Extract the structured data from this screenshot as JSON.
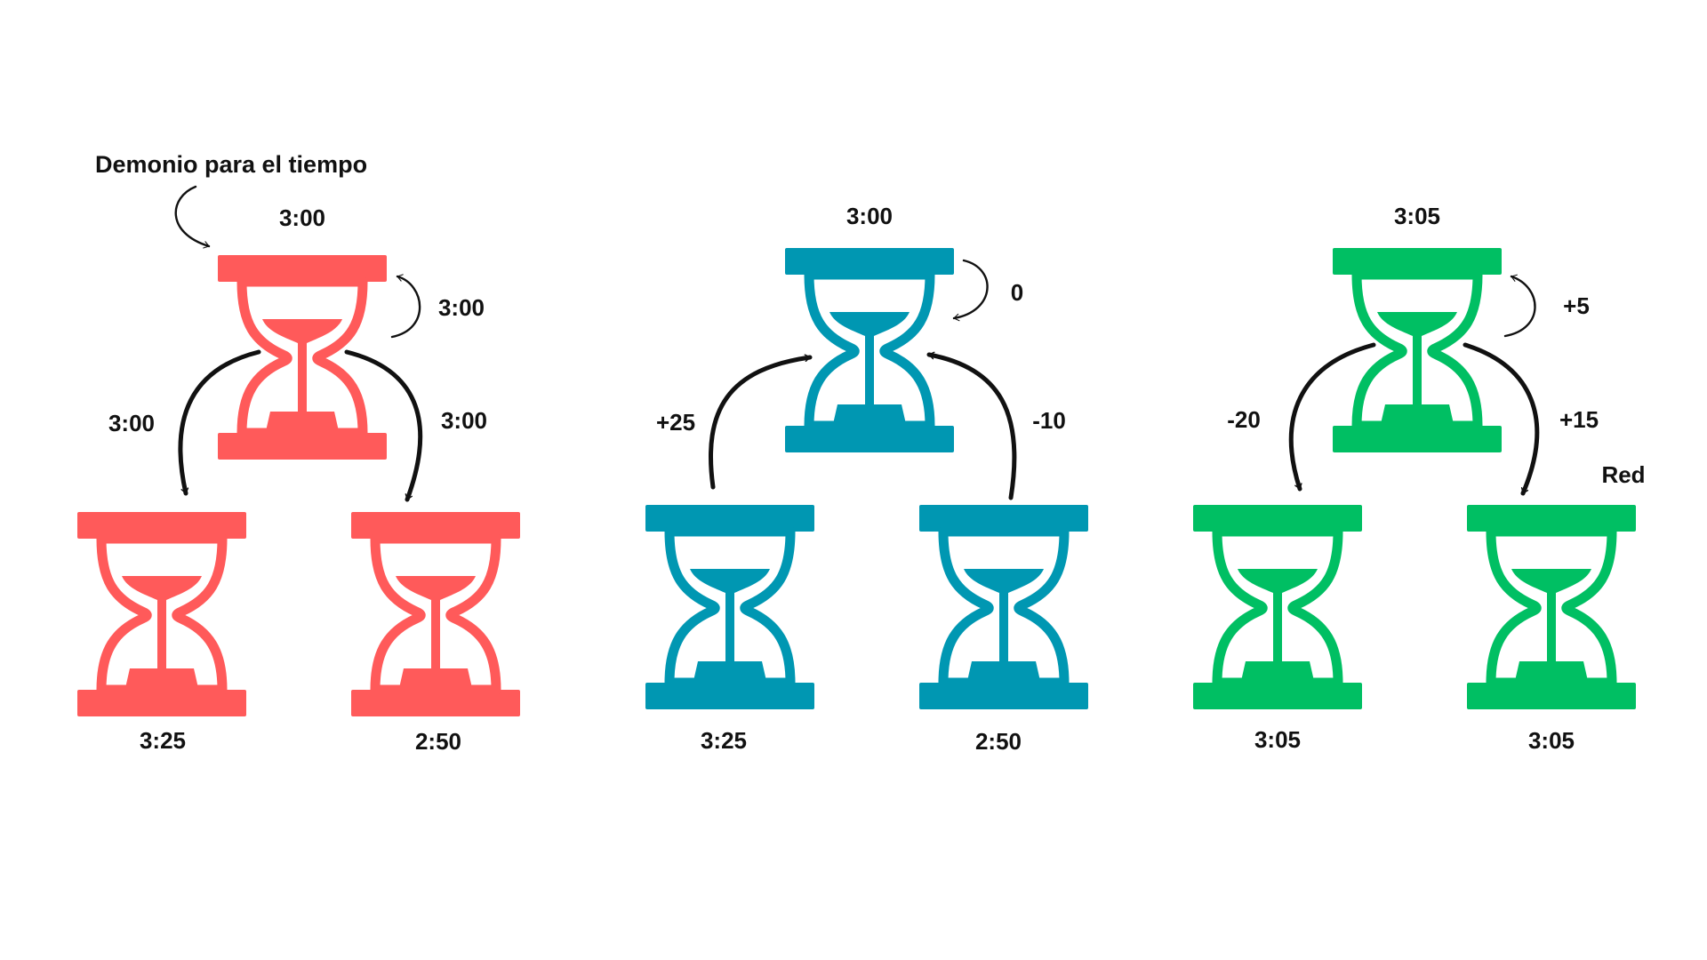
{
  "title": "Demonio para el tiempo",
  "colors": {
    "red": "#FF5A5A",
    "teal": "#0097B2",
    "green": "#00BF63",
    "arrow": "#111111"
  },
  "groups": [
    {
      "color_key": "red",
      "top_time": "3:00",
      "self_label": "3:00",
      "left_edge_label": "3:00",
      "right_edge_label": "3:00",
      "left_child_time": "3:25",
      "right_child_time": "2:50"
    },
    {
      "color_key": "teal",
      "top_time": "3:00",
      "self_label": "0",
      "left_edge_label": "+25",
      "right_edge_label": "-10",
      "left_child_time": "3:25",
      "right_child_time": "2:50"
    },
    {
      "color_key": "green",
      "top_time": "3:05",
      "self_label": "+5",
      "left_edge_label": "-20",
      "right_edge_label": "+15",
      "left_child_time": "3:05",
      "right_child_time": "3:05",
      "extra_label": "Red"
    }
  ]
}
